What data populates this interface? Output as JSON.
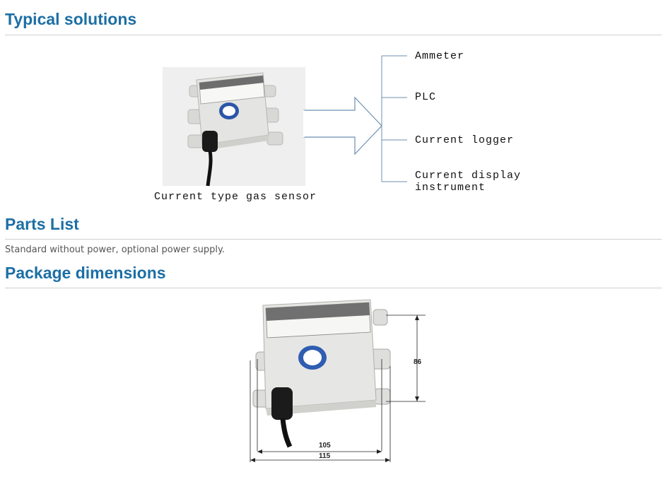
{
  "sections": {
    "typical_solutions": "Typical solutions",
    "parts_list": "Parts List",
    "package_dimensions": "Package dimensions"
  },
  "solution_diagram": {
    "sensor_caption": "Current type gas sensor",
    "outputs": [
      "Ammeter",
      "PLC",
      "Current logger",
      "Current display\ninstrument"
    ]
  },
  "parts_list_text": "Standard without power, optional power supply.",
  "dimensions": {
    "height": "86",
    "inner_width": "105",
    "outer_width": "115"
  },
  "colors": {
    "heading": "#1d6fa5",
    "rule": "#cfcfcf",
    "text": "#555555"
  }
}
